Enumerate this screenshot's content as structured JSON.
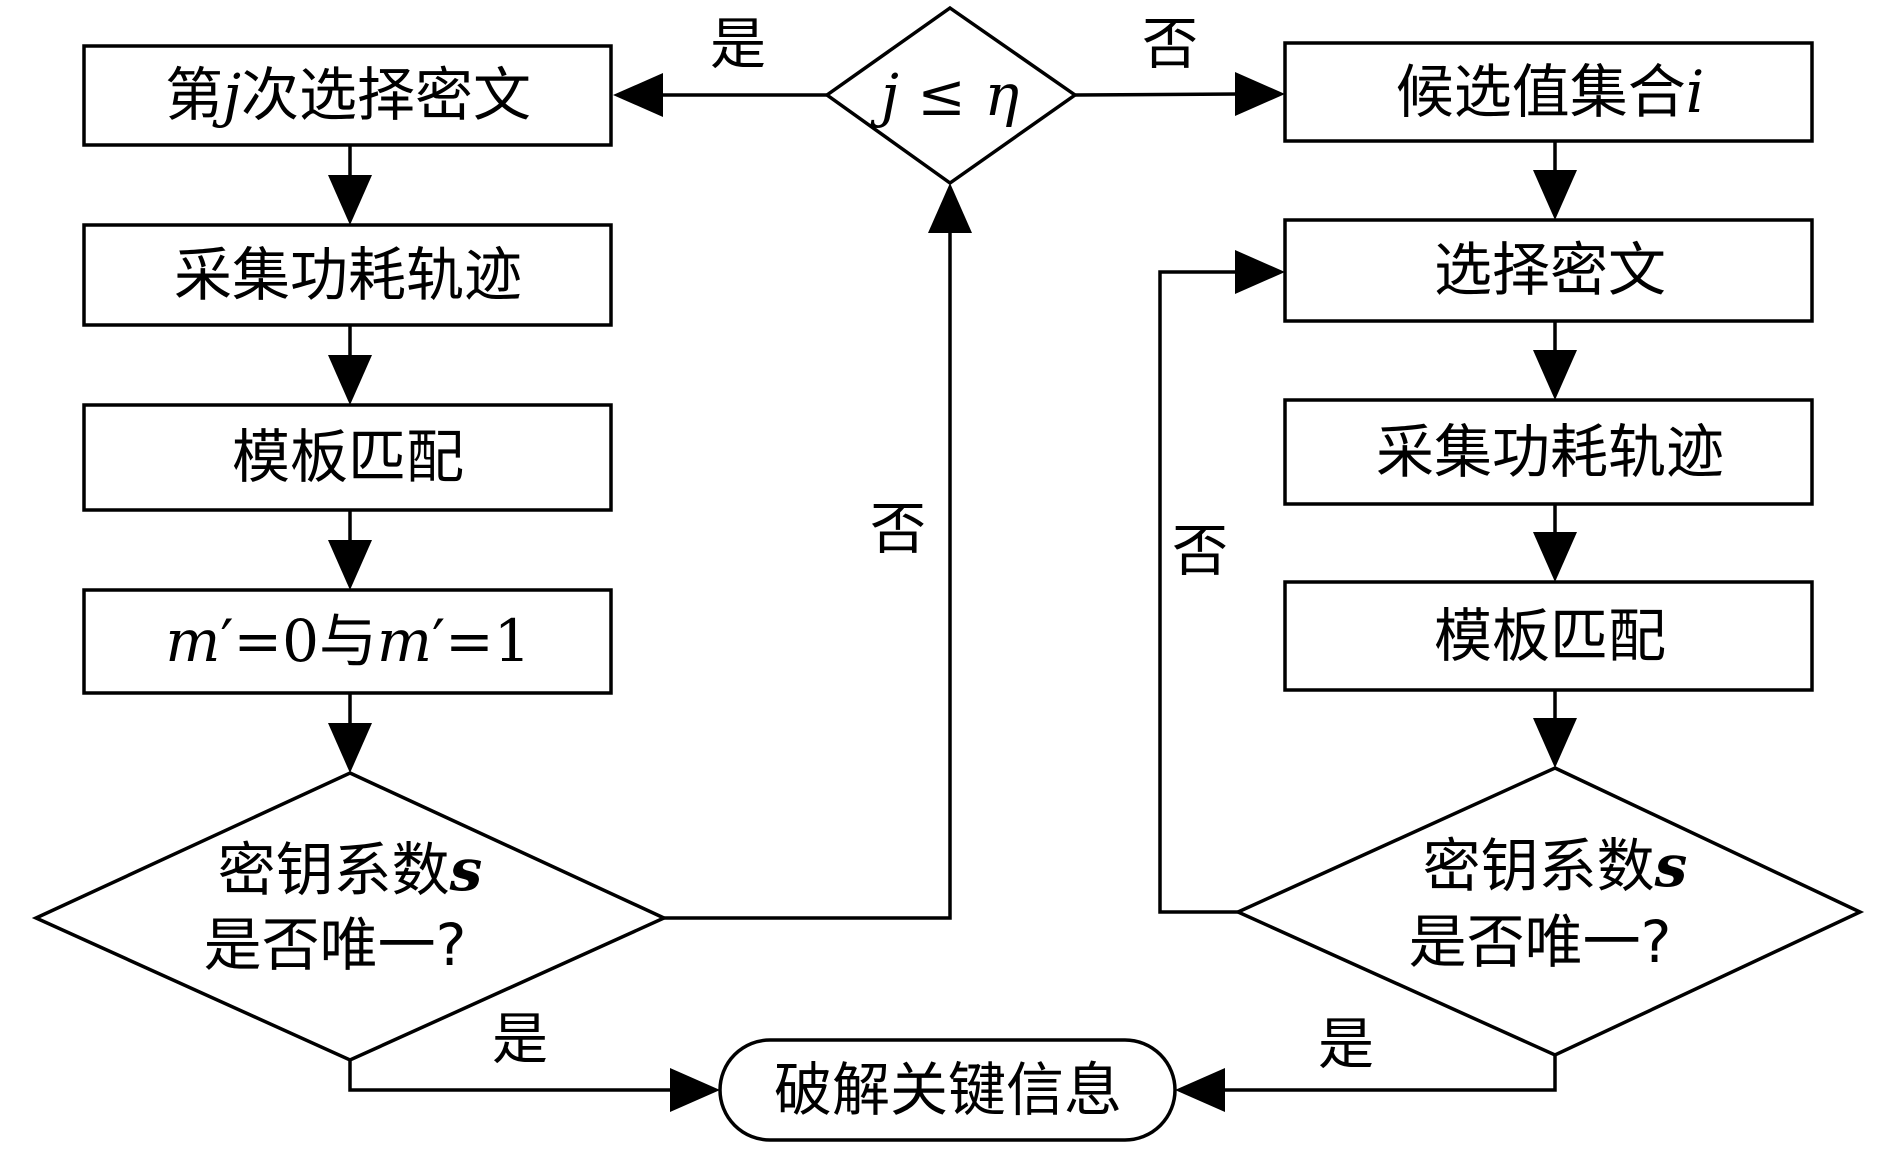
{
  "left": {
    "box1": {
      "pre": "第",
      "var": "j",
      "post": "次选择密文"
    },
    "box2": "采集功耗轨迹",
    "box3": "模板匹配",
    "box4": {
      "m1": "m",
      "prime1": "′",
      "eq0": "=0",
      "mid": "与",
      "m2": "m",
      "prime2": "′",
      "eq1": "=1"
    },
    "decision": {
      "line1": "密钥系数",
      "var": "s",
      "line2": "是否唯一?"
    }
  },
  "top_decision": {
    "j": "j",
    "op": " ≤ ",
    "eta": "η"
  },
  "right": {
    "box1": {
      "text": "候选值集合",
      "var": "i"
    },
    "box2": "选择密文",
    "box3": "采集功耗轨迹",
    "box4": "模板匹配",
    "decision": {
      "line1": "密钥系数",
      "var": "s",
      "line2": "是否唯一?"
    }
  },
  "terminal": "破解关键信息",
  "edge_labels": {
    "yes_top": "是",
    "no_top": "否",
    "no_left_loop": "否",
    "no_right_loop": "否",
    "yes_left_bottom": "是",
    "yes_right_bottom": "是"
  }
}
